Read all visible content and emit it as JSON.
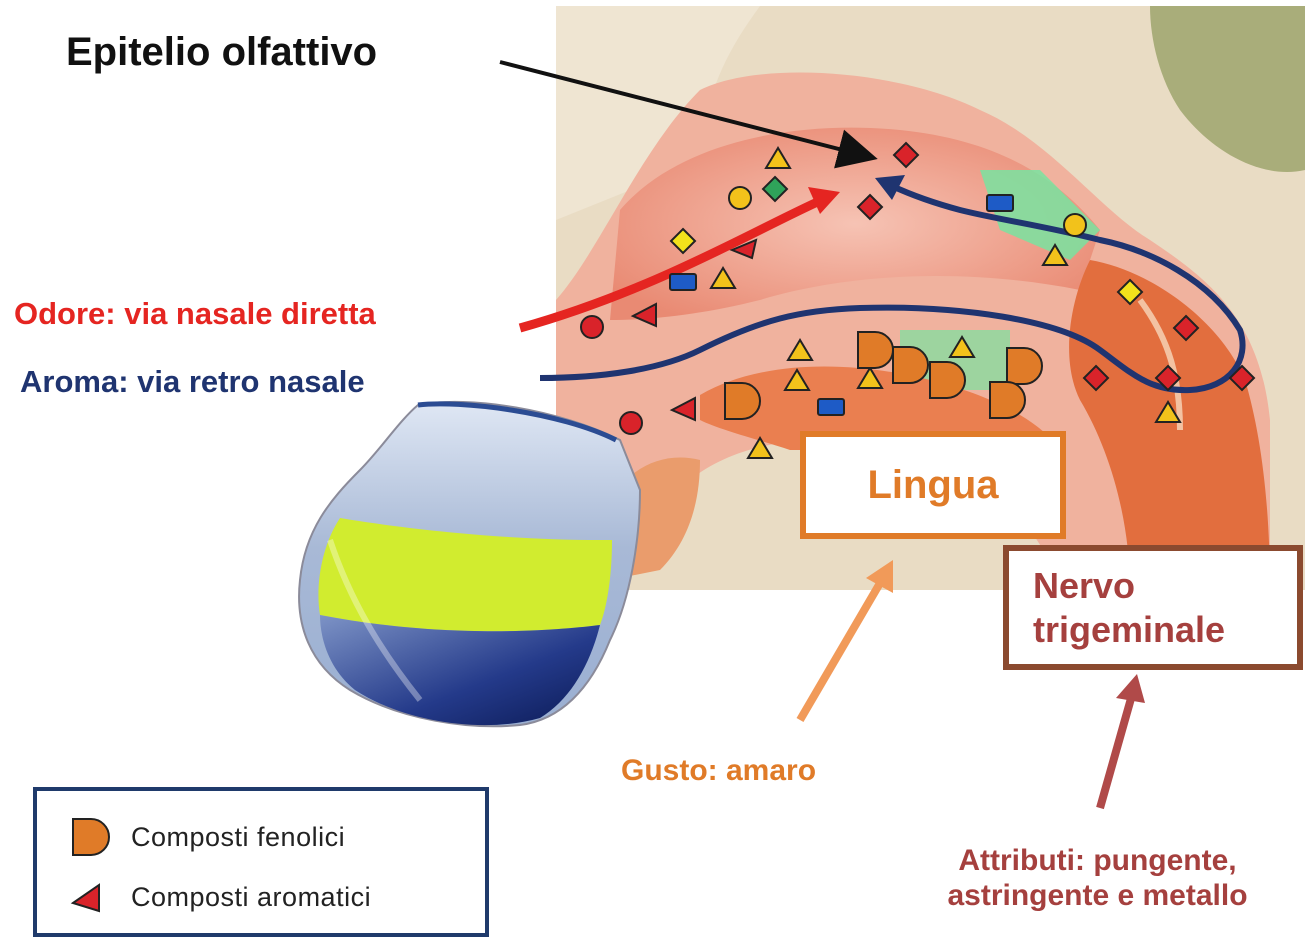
{
  "labels": {
    "epitelio": "Epitelio olfattivo",
    "odore": "Odore:  via nasale diretta",
    "aroma": "Aroma: via retro nasale",
    "lingua": "Lingua",
    "nervo_line1": "Nervo",
    "nervo_line2": "trigeminale",
    "gusto": "Gusto: amaro",
    "attributi_line1": "Attributi: pungente,",
    "attributi_line2": "astringente e metallo"
  },
  "legend": {
    "items": [
      {
        "label": "Composti fenolici",
        "icon": "d-shape-icon"
      },
      {
        "label": "Composti aromatici",
        "icon": "triangle-icon"
      }
    ]
  },
  "colors": {
    "odore_arrow": "#e52521",
    "aroma_arrow": "#1f3470",
    "gusto": "#e07b28",
    "trigeminale": "#a5403e",
    "phenolic": "#e07b28",
    "aromatic_red": "#d9232a",
    "aromatic_yellow": "#f2c21b",
    "blue_marker": "#1e5bc6",
    "green_marker": "#2fa35a"
  }
}
